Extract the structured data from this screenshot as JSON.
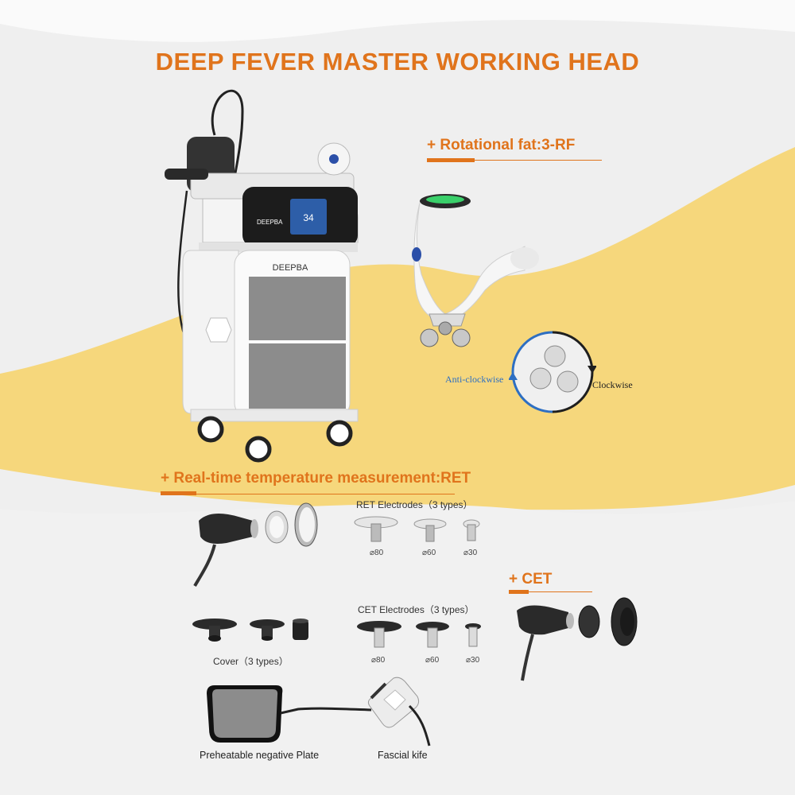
{
  "title": "DEEP FEVER MASTER WORKING HEAD",
  "colors": {
    "accent": "#e0741c",
    "wave": "#f6d77c",
    "background": "#efefef"
  },
  "machine": {
    "brand": "DEEPBA",
    "screen_text": "34"
  },
  "sections": {
    "rotational": {
      "heading": "+ Rotational fat:3-RF",
      "rotation": {
        "anticlockwise": "Anti-clockwise",
        "clockwise": "Clockwise"
      }
    },
    "ret": {
      "heading": "+ Real-time temperature measurement:RET",
      "electrodes_title": "RET Electrodes（3 types）",
      "sizes": [
        "⌀80",
        "⌀60",
        "⌀30"
      ]
    },
    "cet": {
      "heading": "+ CET",
      "electrodes_title": "CET  Electrodes（3 types）",
      "sizes": [
        "⌀80",
        "⌀60",
        "⌀30"
      ]
    },
    "cover": {
      "label": "Cover（3 types）"
    },
    "plate": {
      "label": "Preheatable negative Plate"
    },
    "knife": {
      "label": "Fascial kife"
    }
  }
}
